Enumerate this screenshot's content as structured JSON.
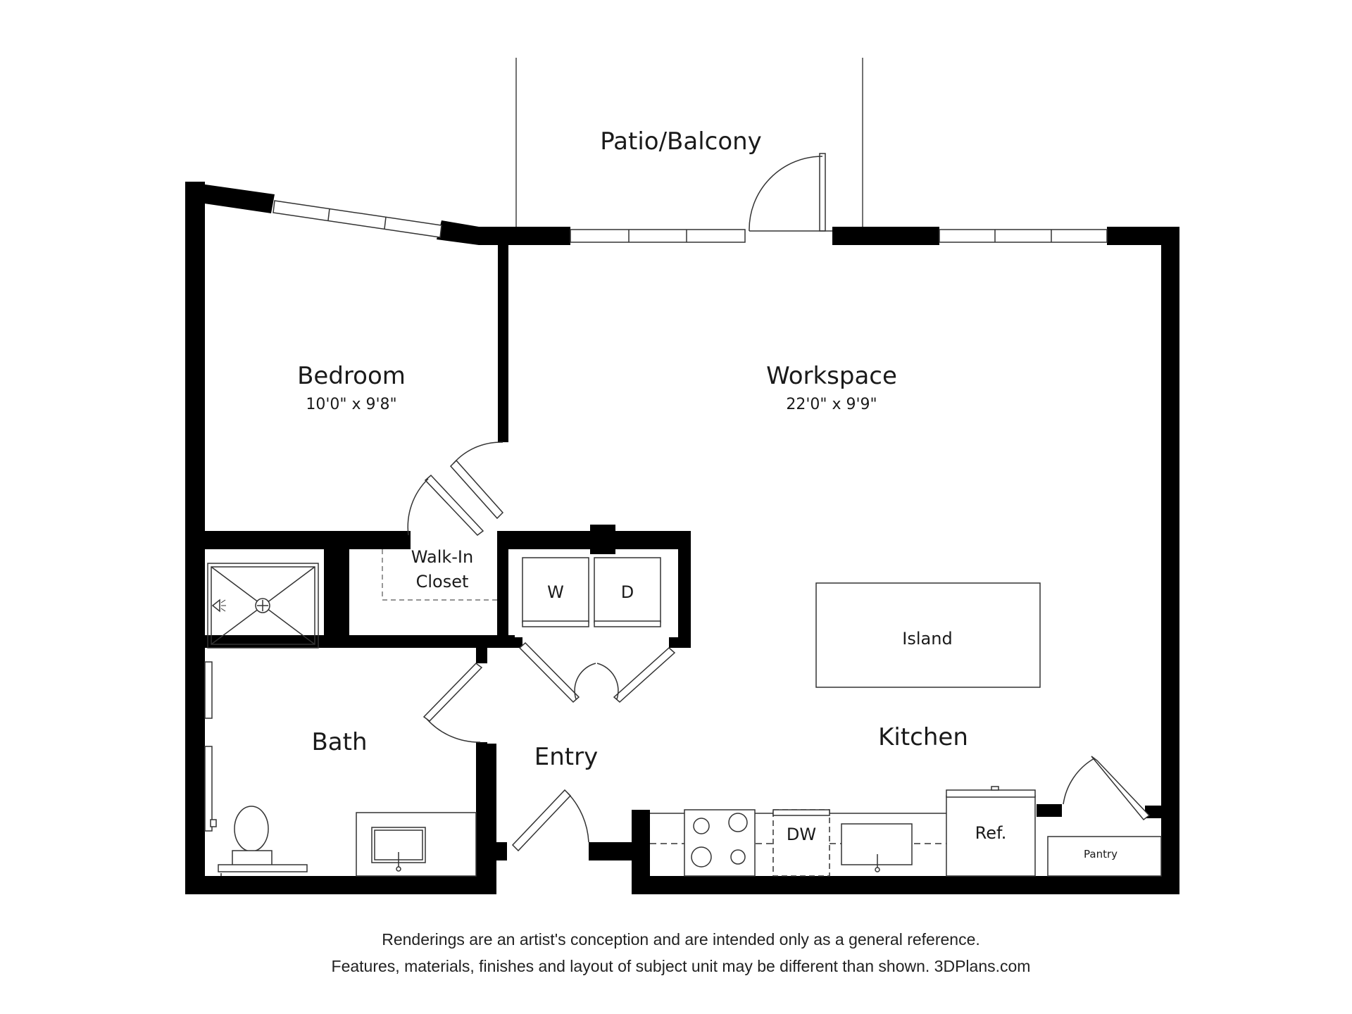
{
  "rooms": {
    "patio": "Patio/Balcony",
    "bedroom": {
      "name": "Bedroom",
      "dims": "10'0\" x 9'8\""
    },
    "workspace": {
      "name": "Workspace",
      "dims": "22'0\" x 9'9\""
    },
    "closet_line1": "Walk-In",
    "closet_line2": "Closet",
    "bath": "Bath",
    "entry": "Entry",
    "kitchen": "Kitchen",
    "island": "Island",
    "pantry": "Pantry"
  },
  "fixtures": {
    "washer": "W",
    "dryer": "D",
    "dishwasher": "DW",
    "refrigerator": "Ref."
  },
  "disclaimer": {
    "line1": "Renderings are an artist's conception and are intended only as a general reference.",
    "line2": "Features, materials, finishes and layout of subject unit may be different than shown. 3DPlans.com"
  },
  "colors": {
    "wall": "#000000",
    "line": "#333333",
    "background": "#ffffff"
  }
}
